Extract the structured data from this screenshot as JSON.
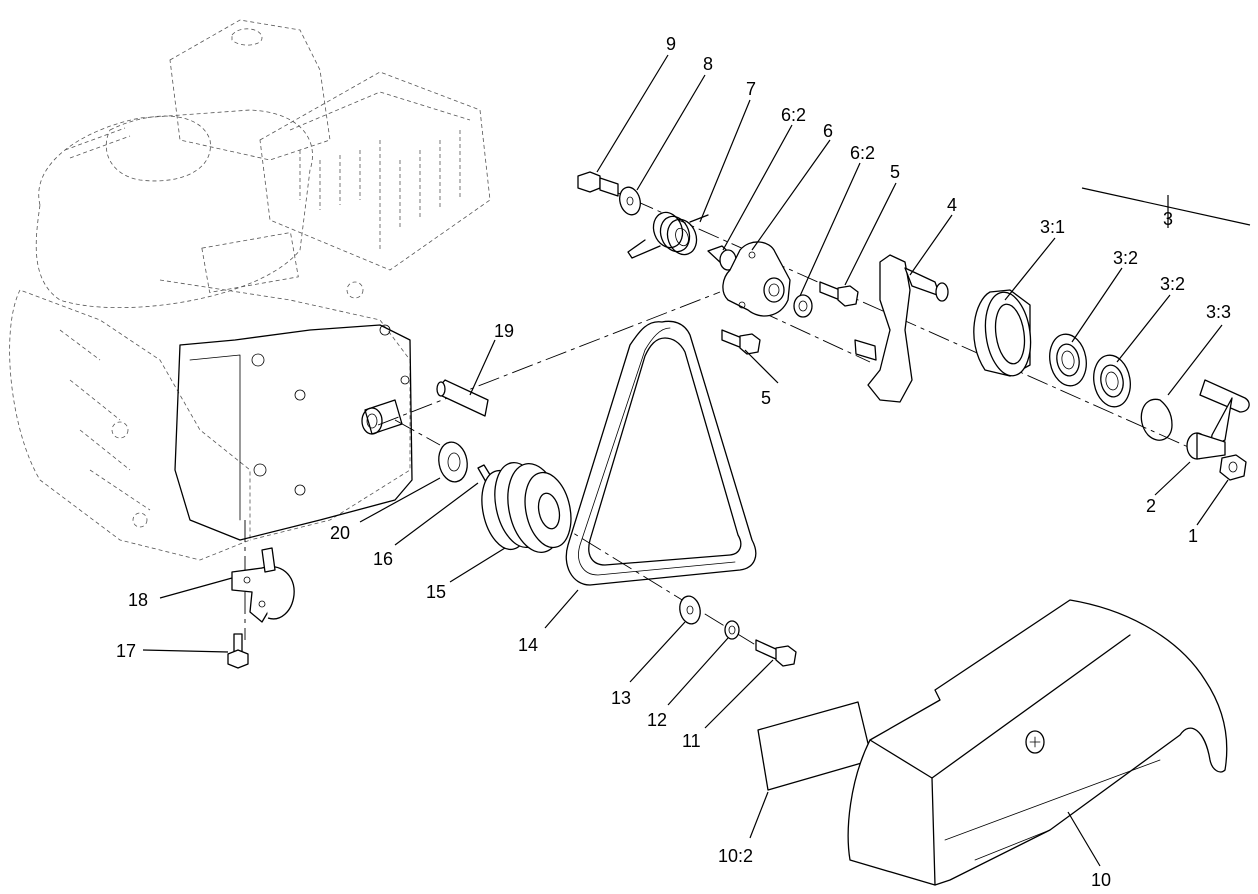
{
  "callouts": {
    "c1": "1",
    "c2": "2",
    "c3": "3",
    "c3_1": "3:1",
    "c3_2a": "3:2",
    "c3_2b": "3:2",
    "c3_3": "3:3",
    "c4": "4",
    "c5a": "5",
    "c5b": "5",
    "c6": "6",
    "c6_2a": "6:2",
    "c6_2b": "6:2",
    "c7": "7",
    "c8": "8",
    "c9": "9",
    "c10": "10",
    "c10_2": "10:2",
    "c11": "11",
    "c12": "12",
    "c13": "13",
    "c14": "14",
    "c15": "15",
    "c16": "16",
    "c17": "17",
    "c18": "18",
    "c19": "19",
    "c20": "20"
  }
}
